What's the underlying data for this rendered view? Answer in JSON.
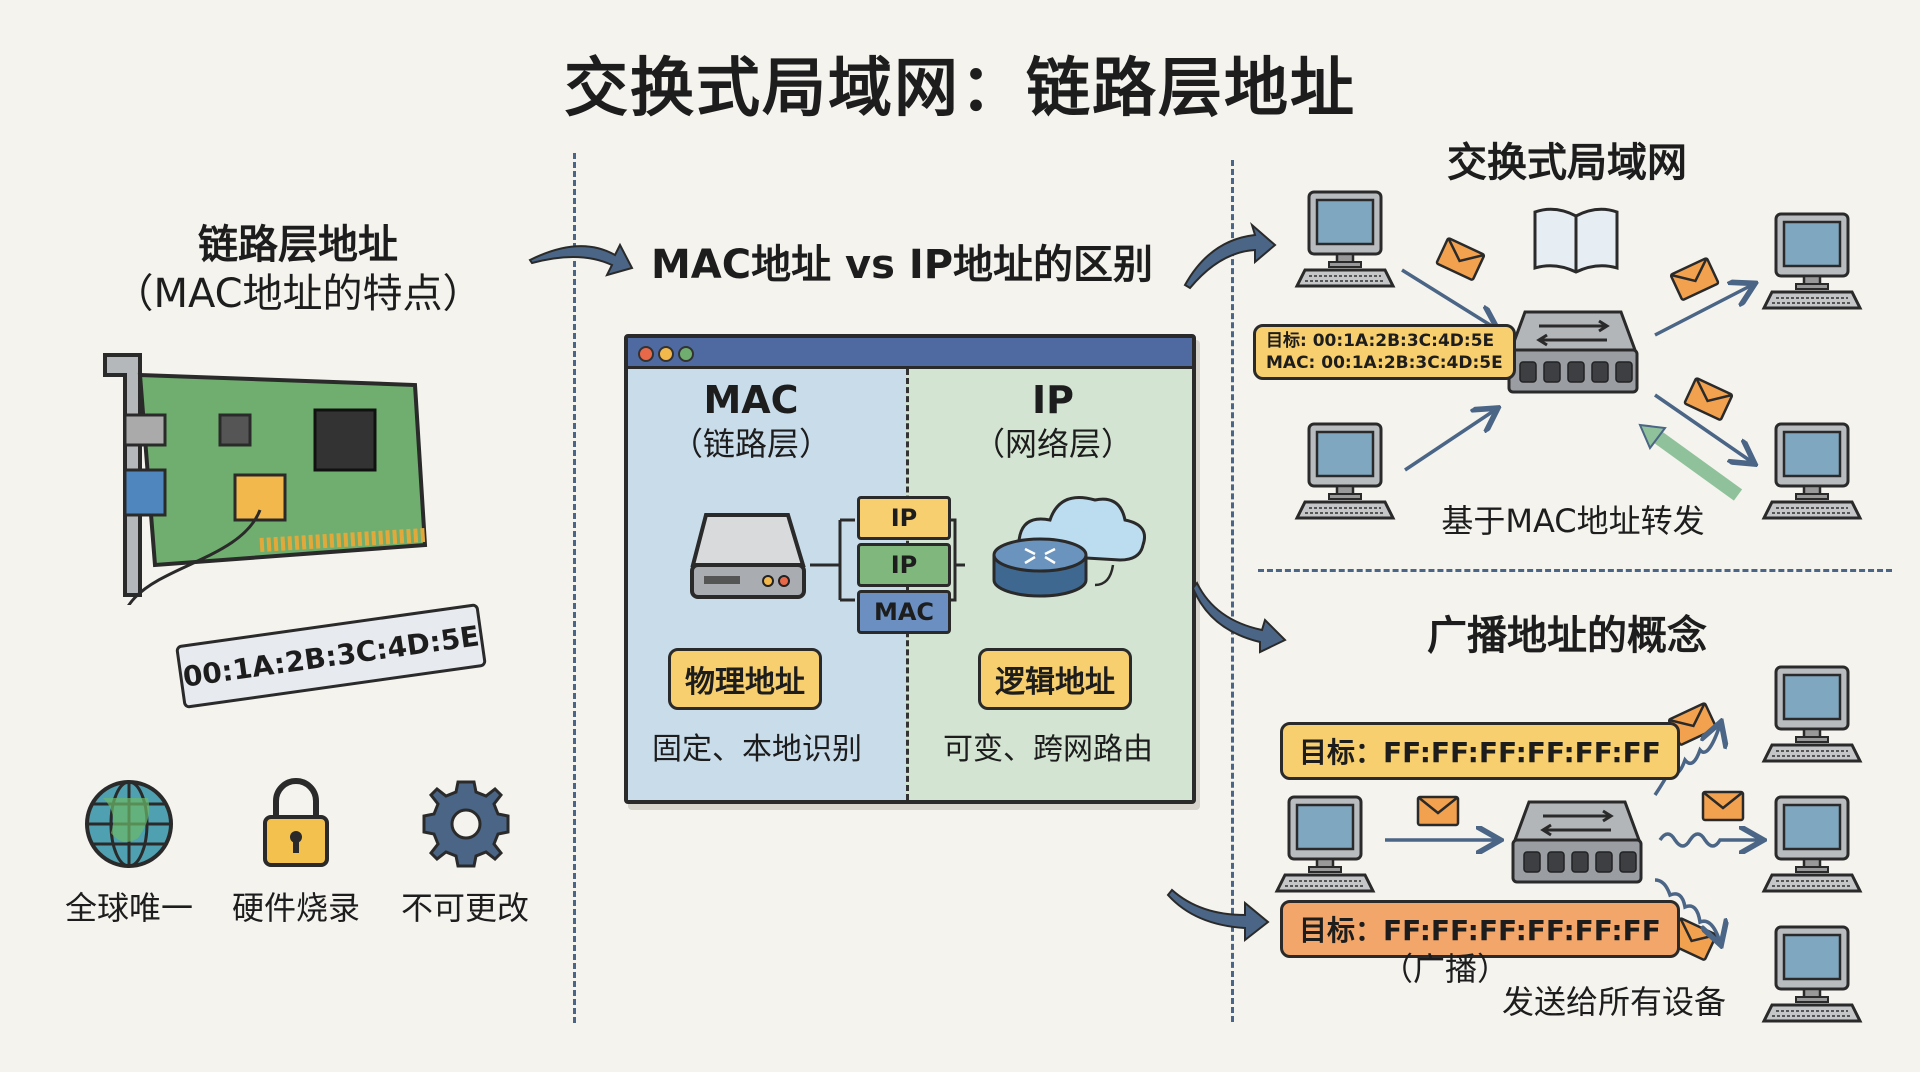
{
  "title": "交换式局域网：链路层地址",
  "left": {
    "heading": "链路层地址",
    "subheading": "（MAC地址的特点）",
    "mac_tag": "00:1A:2B:3C:4D:5E",
    "features": [
      {
        "icon": "globe-icon",
        "label": "全球唯一"
      },
      {
        "icon": "lock-icon",
        "label": "硬件烧录"
      },
      {
        "icon": "gear-icon",
        "label": "不可更改"
      }
    ]
  },
  "middle": {
    "heading": "MAC地址 vs IP地址的区别",
    "mac": {
      "title": "MAC",
      "layer": "（链路层）",
      "bubble": "物理地址",
      "desc": "固定、本地识别"
    },
    "ip": {
      "title": "IP",
      "layer": "（网络层）",
      "bubble": "逻辑地址",
      "desc": "可变、跨网路由"
    },
    "stack": [
      "IP",
      "IP",
      "MAC"
    ]
  },
  "switched_lan": {
    "heading": "交换式局域网",
    "frame_label": [
      "目标: 00:1A:2B:3C:4D:5E",
      "MAC: 00:1A:2B:3C:4D:5E"
    ],
    "caption": "基于MAC地址转发"
  },
  "broadcast": {
    "heading": "广播地址的概念",
    "bubble_top": "目标：FF:FF:FF:FF:FF:FF",
    "bubble_bottom": "目标：FF:FF:FF:FF:FF:FF",
    "bubble_bottom_note": "（广播）",
    "caption": "发送给所有设备"
  },
  "colors": {
    "blue_pane": "#c9dcea",
    "green_pane": "#d3e5d2",
    "yellow": "#f7cf6e",
    "orange": "#f2a66a",
    "accent": "#4a6585"
  }
}
